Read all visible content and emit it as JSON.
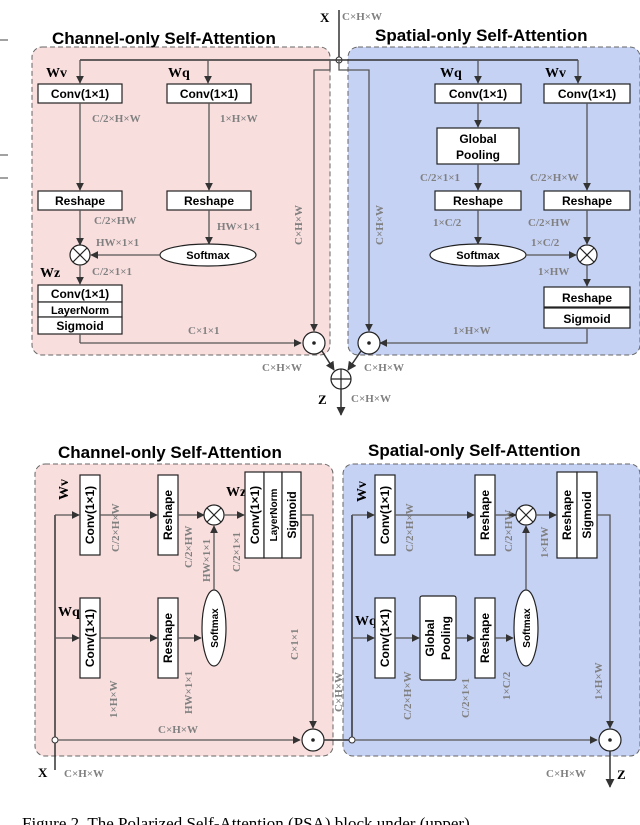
{
  "upper": {
    "channel_title": "Channel-only Self-Attention",
    "spatial_title": "Spatial-only Self-Attention",
    "x_label": "X",
    "x_dim": "C×H×W",
    "z_label": "Z",
    "z_dim": "C×H×W",
    "channel": {
      "wv": "Wv",
      "wq": "Wq",
      "wz": "Wz",
      "conv_v": "Conv(1×1)",
      "conv_q": "Conv(1×1)",
      "dim_v": "C/2×H×W",
      "dim_q": "1×H×W",
      "reshape_v": "Reshape",
      "reshape_q": "Reshape",
      "dim_rv": "C/2×HW",
      "dim_rq": "HW×1×1",
      "softmax": "Softmax",
      "dim_sm": "HW×1×1",
      "dim_mul": "C/2×1×1",
      "conv_z": "Conv(1×1)",
      "layernorm": "LayerNorm",
      "sigmoid": "Sigmoid",
      "dim_out": "C×1×1",
      "dim_skip": "C×H×W",
      "dim_dot": "C×H×W"
    },
    "spatial": {
      "wq": "Wq",
      "wv": "Wv",
      "conv_q": "Conv(1×1)",
      "conv_v": "Conv(1×1)",
      "global_pool": "Global\nPooling",
      "gp_line1": "Global",
      "gp_line2": "Pooling",
      "dim_gp": "C/2×1×1",
      "reshape_q": "Reshape",
      "reshape_v": "Reshape",
      "dim_rq": "1×C/2",
      "dim_v": "C/2×H×W",
      "dim_rv": "C/2×HW",
      "softmax": "Softmax",
      "dim_sm": "1×C/2",
      "dim_mul": "1×HW",
      "reshape_out": "Reshape",
      "sigmoid": "Sigmoid",
      "dim_out": "1×H×W",
      "dim_skip": "C×H×W",
      "dim_dot": "C×H×W"
    }
  },
  "lower": {
    "channel_title": "Channel-only Self-Attention",
    "spatial_title": "Spatial-only Self-Attention",
    "x_label": "X",
    "x_dim": "C×H×W",
    "z_label": "Z",
    "z_dim": "C×H×W",
    "channel": {
      "wv": "Wv",
      "wq": "Wq",
      "wz": "Wz",
      "conv_v": "Conv(1×1)",
      "conv_q": "Conv(1×1)",
      "dim_v": "C/2×H×W",
      "dim_q": "1×H×W",
      "reshape_v": "Reshape",
      "reshape_q": "Reshape",
      "dim_rv": "C/2×HW",
      "dim_rq": "HW×1×1",
      "softmax": "Softmax",
      "dim_sm": "HW×1×1",
      "dim_mul": "C/2×1×1",
      "conv_z": "Conv(1×1)",
      "layernorm": "LayerNorm",
      "sigmoid": "Sigmoid",
      "dim_out": "C×1×1",
      "dim_skip": "C×H×W"
    },
    "spatial": {
      "wv": "Wv",
      "wq": "Wq",
      "conv_v": "Conv(1×1)",
      "conv_q": "Conv(1×1)",
      "dim_v": "C/2×H×W",
      "dim_q": "C/2×H×W",
      "gp_line1": "Global",
      "gp_line2": "Pooling",
      "dim_gp": "C/2×1×1",
      "reshape_v": "Reshape",
      "reshape_q": "Reshape",
      "dim_rv": "C/2×HW",
      "dim_rq": "1×C/2",
      "softmax": "Softmax",
      "dim_mul": "1×HW",
      "reshape_out": "Reshape",
      "sigmoid": "Sigmoid",
      "dim_out": "1×H×W",
      "dim_in": "C×H×W"
    }
  },
  "caption": "Figure 2. The Polarized Self-Attention (PSA) block under (upper)"
}
